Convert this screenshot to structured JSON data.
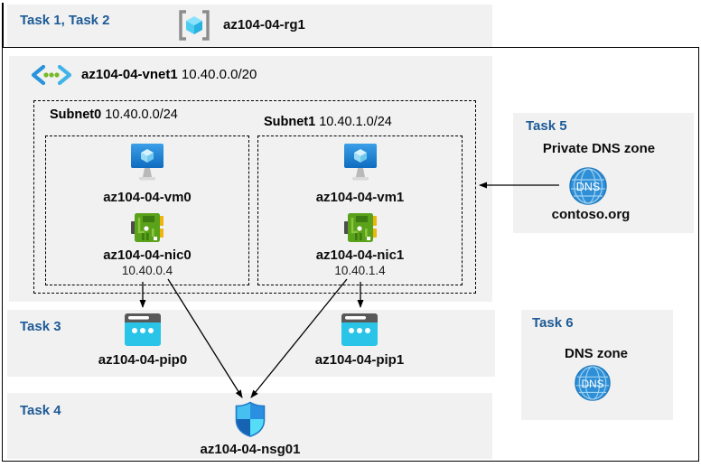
{
  "colors": {
    "band_gray": "#f1f1f1",
    "task_blue": "#1d5a96",
    "pip_cyan": "#29c4e8",
    "nic_green": "#5ba21b",
    "vm_blue": "#187fd6",
    "dns_blue": "#2f8fd6",
    "vnet_dot_green": "#76b82a"
  },
  "top_band": {
    "label": "Task 1, Task 2"
  },
  "resource_group": {
    "icon": "resource-group-icon",
    "name": "az104-04-rg1"
  },
  "vnet": {
    "icon": "vnet-icon",
    "name": "az104-04-vnet1",
    "cidr": "10.40.0.0/20"
  },
  "subnets": [
    {
      "name": "Subnet0",
      "cidr": "10.40.0.0/24",
      "vm": {
        "icon": "vm-icon",
        "name": "az104-04-vm0"
      },
      "nic": {
        "icon": "nic-icon",
        "name": "az104-04-nic0",
        "ip": "10.40.0.4"
      }
    },
    {
      "name": "Subnet1",
      "cidr": "10.40.1.0/24",
      "vm": {
        "icon": "vm-icon",
        "name": "az104-04-vm1"
      },
      "nic": {
        "icon": "nic-icon",
        "name": "az104-04-nic1",
        "ip": "10.40.1.4"
      }
    }
  ],
  "task3": {
    "label": "Task 3",
    "pips": [
      {
        "icon": "public-ip-icon",
        "name": "az104-04-pip0"
      },
      {
        "icon": "public-ip-icon",
        "name": "az104-04-pip1"
      }
    ]
  },
  "task4": {
    "label": "Task 4",
    "nsg": {
      "icon": "nsg-shield-icon",
      "name": "az104-04-nsg01"
    }
  },
  "task5": {
    "label": "Task 5",
    "title": "Private DNS zone",
    "icon": "dns-icon",
    "icon_text": "DNS",
    "zone_name": "contoso.org"
  },
  "task6": {
    "label": "Task 6",
    "title": "DNS zone",
    "icon": "dns-icon",
    "icon_text": "DNS"
  }
}
